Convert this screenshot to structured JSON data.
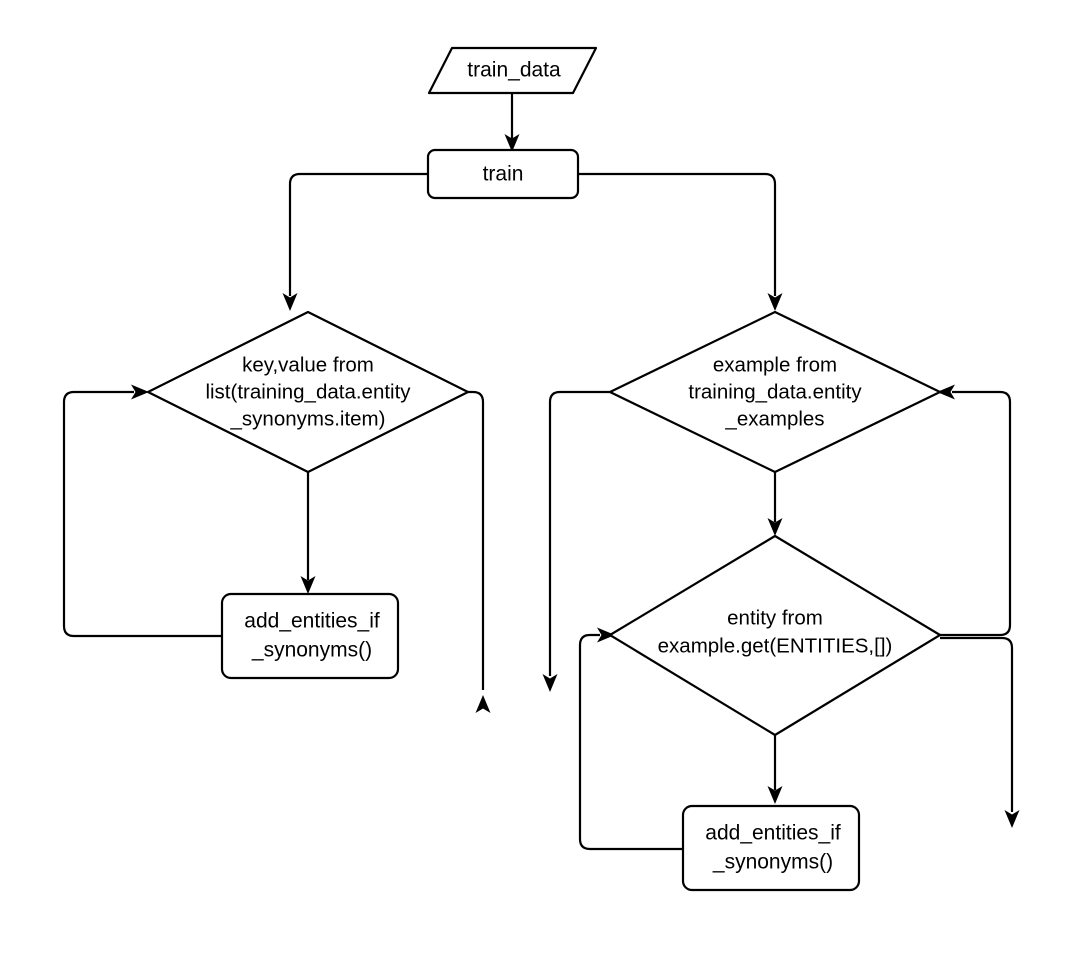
{
  "diagram": {
    "type": "flowchart",
    "title": "train_data entity synonym flowchart",
    "background_color": "#ffffff",
    "stroke_color": "#000000",
    "text_color": "#000000"
  },
  "nodes": {
    "input_train_data": {
      "shape": "parallelogram",
      "label": "train_data"
    },
    "process_train": {
      "shape": "rounded-rect",
      "label": "train"
    },
    "loop_synonyms": {
      "shape": "diamond",
      "line1": "key,value from",
      "line2": "list(training_data.entity",
      "line3": "_synonyms.item)"
    },
    "loop_examples": {
      "shape": "diamond",
      "line1": "example from",
      "line2": "training_data.entity",
      "line3": "_examples"
    },
    "loop_entities": {
      "shape": "diamond",
      "line1": "entity from",
      "line2": "example.get(ENTITIES,[])"
    },
    "call_add_entities_left": {
      "shape": "rounded-rect",
      "line1": "add_entities_if",
      "line2": "_synonyms()"
    },
    "call_add_entities_right": {
      "shape": "rounded-rect",
      "line1": "add_entities_if",
      "line2": "_synonyms()"
    }
  },
  "edges": [
    {
      "name": "train-data-to-train",
      "from": "input_train_data",
      "to": "process_train",
      "arrow": "down"
    },
    {
      "name": "train-to-loop-synonyms",
      "from": "process_train",
      "to": "loop_synonyms",
      "arrow": "down"
    },
    {
      "name": "train-to-loop-examples",
      "from": "process_train",
      "to": "loop_examples",
      "arrow": "down"
    },
    {
      "name": "loop-synonyms-to-call-left",
      "from": "loop_synonyms",
      "to": "call_add_entities_left",
      "arrow": "down"
    },
    {
      "name": "call-left-back-to-loop-synonyms",
      "from": "call_add_entities_left",
      "to": "loop_synonyms",
      "arrow": "right"
    },
    {
      "name": "loop-synonyms-exit",
      "from": "loop_synonyms",
      "to": "end",
      "arrow": "up"
    },
    {
      "name": "loop-examples-exit",
      "from": "loop_examples",
      "to": "end",
      "arrow": "down"
    },
    {
      "name": "loop-examples-to-loop-entities",
      "from": "loop_examples",
      "to": "loop_entities",
      "arrow": "down"
    },
    {
      "name": "loop-entities-to-call-right",
      "from": "loop_entities",
      "to": "call_add_entities_right",
      "arrow": "down"
    },
    {
      "name": "call-right-back-to-loop-entities",
      "from": "call_add_entities_right",
      "to": "loop_entities",
      "arrow": "right"
    },
    {
      "name": "loop-entities-back-to-loop-examples",
      "from": "loop_entities",
      "to": "loop_examples",
      "arrow": "left"
    },
    {
      "name": "loop-entities-exit",
      "from": "loop_entities",
      "to": "end",
      "arrow": "down"
    }
  ]
}
